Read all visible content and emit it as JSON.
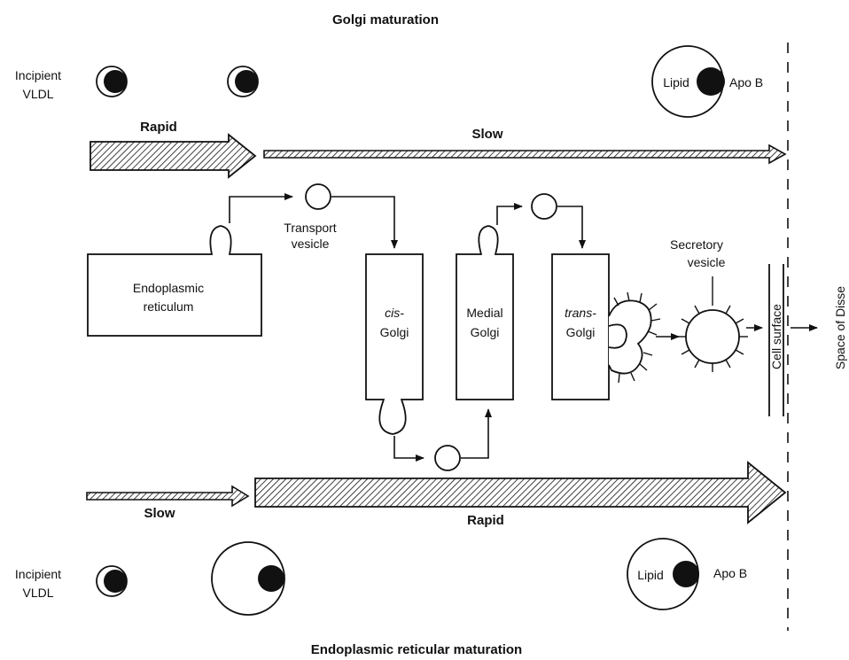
{
  "title_top": "Golgi maturation",
  "title_bottom": "Endoplasmic reticular maturation",
  "labels": {
    "incipient_vldl_top_1": "Incipient",
    "incipient_vldl_top_2": "VLDL",
    "incipient_vldl_bottom_1": "Incipient",
    "incipient_vldl_bottom_2": "VLDL",
    "lipid_top": "Lipid",
    "apob_top": "Apo B",
    "lipid_bottom": "Lipid",
    "apob_bottom": "Apo B",
    "rapid_top": "Rapid",
    "slow_top": "Slow",
    "slow_bottom": "Slow",
    "rapid_bottom": "Rapid",
    "transport_vesicle_1": "Transport",
    "transport_vesicle_2": "vesicle",
    "er_1": "Endoplasmic",
    "er_2": "reticulum",
    "cis_1": "cis-",
    "cis_2": "Golgi",
    "medial_1": "Medial",
    "medial_2": "Golgi",
    "trans_1": "trans-",
    "trans_2": "Golgi",
    "secretory_1": "Secretory",
    "secretory_2": "vesicle",
    "cell_surface": "Cell surface",
    "space_of_disse": "Space of Disse"
  }
}
